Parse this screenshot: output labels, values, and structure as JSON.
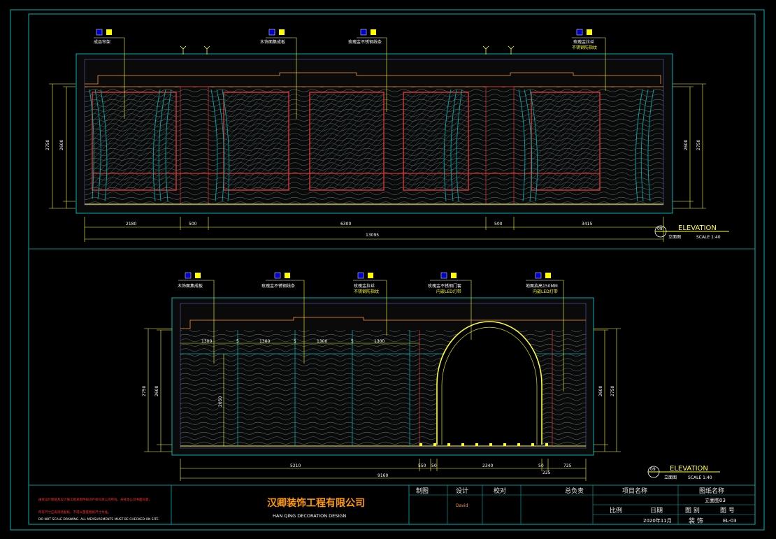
{
  "top_elevation": {
    "callouts": [
      "成品帘架",
      "木饰面集成板",
      "玫瑰金不锈钢线条",
      "玫瑰金拉丝"
    ],
    "callout_sub": "不锈钢防指纹",
    "dims_horizontal": [
      "2180",
      "500",
      "6300",
      "500",
      "3415"
    ],
    "dim_total": "13095",
    "dims_left": [
      "2750",
      "2600"
    ],
    "dims_right": [
      "2600",
      "2750"
    ],
    "label_number": "08",
    "label_title": "ELEVATION",
    "label_cn": "立面图",
    "label_scale": "SCALE 1:40"
  },
  "bottom_elevation": {
    "callouts": [
      "木饰面集成板",
      "玫瑰金不锈钢线条",
      "玫瑰金拉丝",
      "玫瑰金不锈钢门套",
      "地面抬高150MM"
    ],
    "callout_subs": [
      "不锈钢防指纹",
      "内嵌LED灯带",
      "内嵌LED灯带"
    ],
    "dims_top": [
      "1300",
      "5",
      "1300",
      "5",
      "1300",
      "5",
      "1300"
    ],
    "dims_left": [
      "2750",
      "2600"
    ],
    "dim_inner": "2050",
    "dims_right": [
      "2600",
      "2750"
    ],
    "dims_horizontal": [
      "5210",
      "550",
      "50",
      "2340",
      "50",
      "725"
    ],
    "dim_total": "9160",
    "dim_extra": "225",
    "label_number": "09",
    "label_title": "ELEVATION",
    "label_cn": "立面图",
    "label_scale": "SCALE 1:40"
  },
  "title_block": {
    "note_lines": [
      "由本设计图纸及设计施工相关图件知识产权归本公司所有，未经本公司书面同意，",
      "所有尺寸应再现场复核，不得以量度图纸尺寸为准。",
      "DO NOT SCALE DRAWING. ALL MEASUREMENTS MUST BE CHECKED ON SITE."
    ],
    "company_cn": "汉卿装饰工程有限公司",
    "company_en": "HAN QING DECORATION DESIGN",
    "headers": [
      "制图",
      "设计",
      "校对",
      "总负责",
      "项目名称",
      "图纸名称"
    ],
    "designer": "David",
    "drawing_name": "立面图03",
    "footer_labels": [
      "比例",
      "日期",
      "图 别",
      "图 号"
    ],
    "date": "2020年11月",
    "category": "装 饰",
    "drawing_no": "EL-03"
  }
}
